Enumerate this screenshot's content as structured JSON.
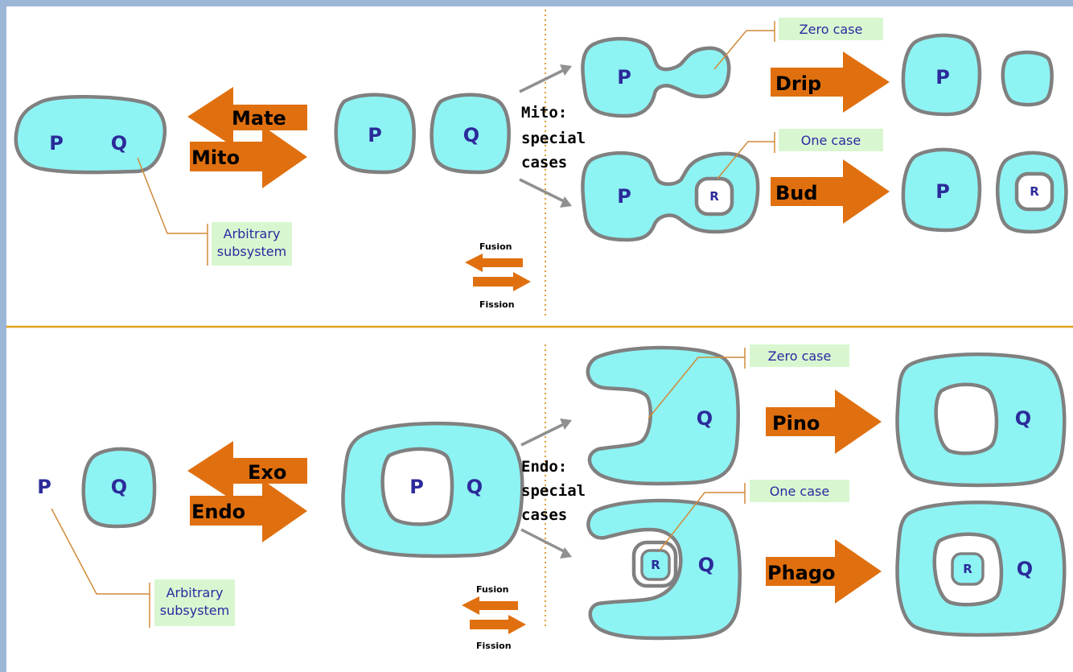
{
  "top": {
    "left_cell": {
      "p": "P",
      "q": "Q"
    },
    "arrow_mate": "Mate",
    "arrow_mito": "Mito",
    "split_cells": {
      "p": "P",
      "q": "Q"
    },
    "heading": [
      "Mito:",
      "special",
      "cases"
    ],
    "note_arbitrary": [
      "Arbitrary",
      "subsystem"
    ],
    "legend_fusion": "Fusion",
    "legend_fission": "Fission",
    "zero_case": {
      "note": "Zero case",
      "p": "P",
      "arrow": "Drip",
      "result_p": "P"
    },
    "one_case": {
      "note": "One case",
      "p": "P",
      "r": "R",
      "arrow": "Bud",
      "result_p": "P",
      "result_r": "R"
    }
  },
  "bottom": {
    "left_p": "P",
    "left_q": "Q",
    "arrow_exo": "Exo",
    "arrow_endo": "Endo",
    "merged": {
      "p": "P",
      "q": "Q"
    },
    "heading": [
      "Endo:",
      "special",
      "cases"
    ],
    "note_arbitrary": [
      "Arbitrary",
      "subsystem"
    ],
    "legend_fusion": "Fusion",
    "legend_fission": "Fission",
    "zero_case": {
      "note": "Zero case",
      "q": "Q",
      "arrow": "Pino",
      "result_q": "Q"
    },
    "one_case": {
      "note": "One case",
      "r": "R",
      "q": "Q",
      "arrow": "Phago",
      "result_r": "R",
      "result_q": "Q"
    }
  }
}
